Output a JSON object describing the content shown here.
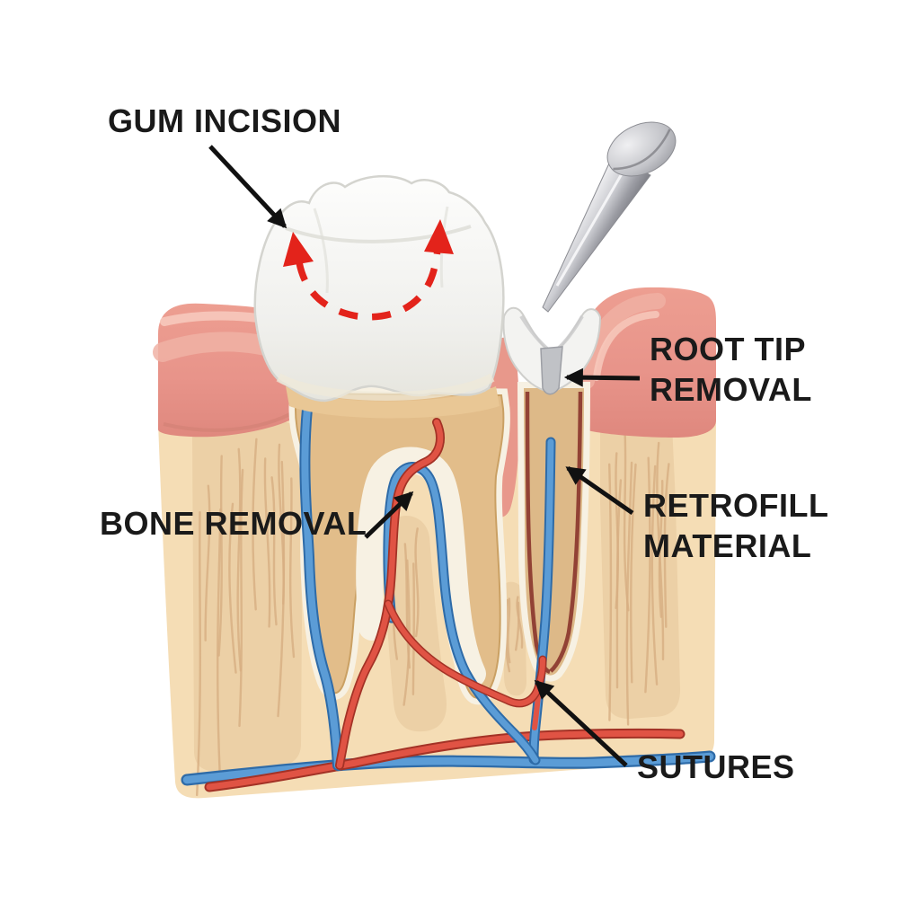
{
  "diagram": {
    "kind": "dental-surgery-cross-section",
    "labels": {
      "gum_incision": "GUM INCISION",
      "root_tip_removal_line1": "ROOT TIP",
      "root_tip_removal_line2": "REMOVAL",
      "bone_removal": "BONE REMOVAL",
      "retrofill_material_line1": "RETROFILL",
      "retrofill_material_line2": "MATERIAL",
      "sutures": "SUTURES"
    },
    "parts_depicted": [
      "molar tooth with two roots",
      "gum tissue",
      "jaw bone with spongy bone",
      "red and blue blood vessels",
      "resected root with retrofill material",
      "surgical handpiece",
      "red dashed incision arrow on crown"
    ],
    "colors": {
      "background": "#ffffff",
      "label_text": "#1a1a1a",
      "annotation_arrow": "#111111",
      "incision_dash_red": "#e3231b",
      "vessel_red": "#e05344",
      "vessel_blue": "#5b9cd6",
      "gum_pink": "#e8988b",
      "bone_cream": "#f5ddb5",
      "spongy_bone": "#ecd0a6",
      "dentin": "#e2bd8a",
      "enamel_white": "#f6f6f4",
      "instrument_silver": "#c4c5ca",
      "retrofill_gray": "#c0c2c6"
    }
  }
}
